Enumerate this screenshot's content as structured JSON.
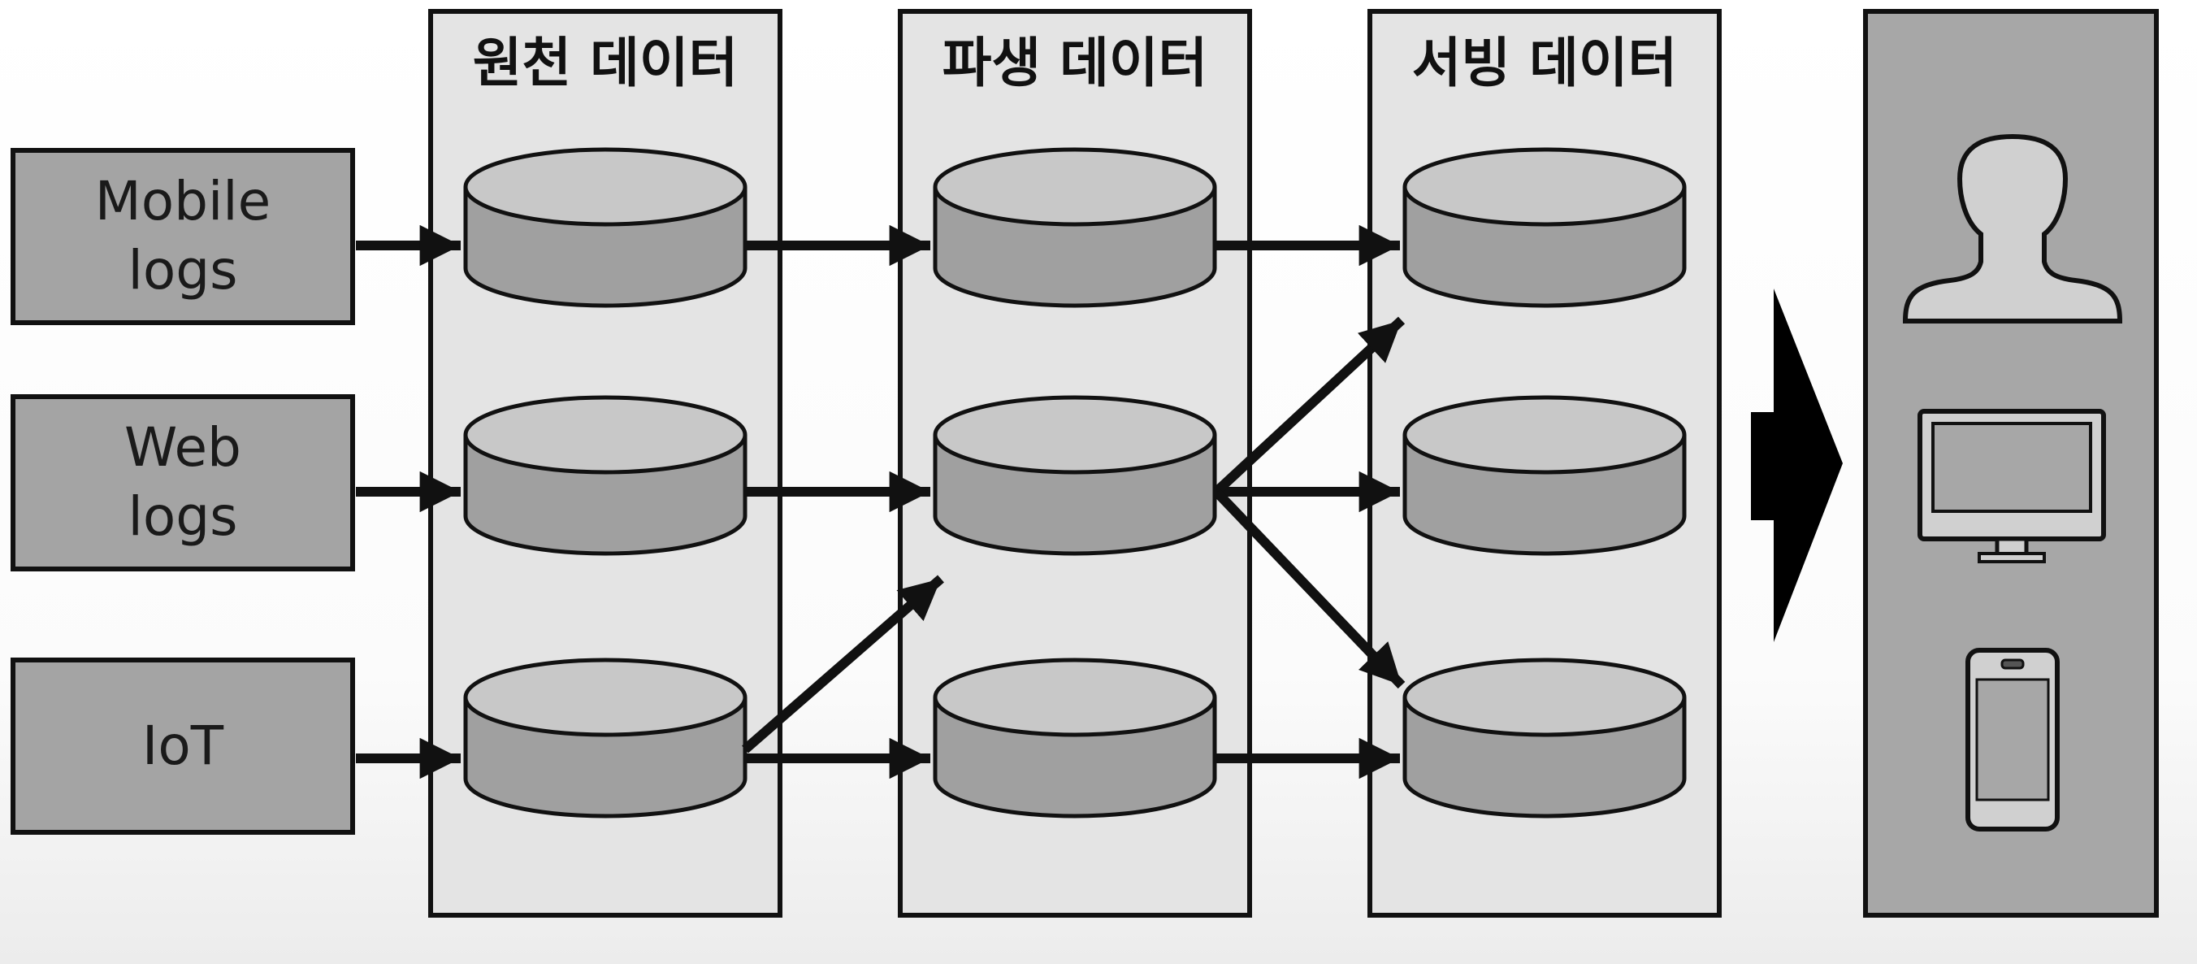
{
  "sources": [
    {
      "id": "mobile",
      "lines": [
        "Mobile",
        "logs"
      ]
    },
    {
      "id": "web",
      "lines": [
        "Web",
        "logs"
      ]
    },
    {
      "id": "iot",
      "lines": [
        "IoT"
      ]
    }
  ],
  "stages": [
    {
      "id": "source",
      "title": "원천 데이터"
    },
    {
      "id": "derived",
      "title": "파생 데이터"
    },
    {
      "id": "serving",
      "title": "서빙 데이터"
    }
  ],
  "consumers": {
    "icons": [
      "person-icon",
      "monitor-icon",
      "smartphone-icon"
    ]
  },
  "colors": {
    "box_fill": "#a4a4a4",
    "column_fill": "#e4e4e4",
    "cylinder_body": "#a0a0a0",
    "cylinder_top": "#c8c8c8",
    "consumer_panel": "#a7a7a7",
    "stroke": "#111111"
  }
}
